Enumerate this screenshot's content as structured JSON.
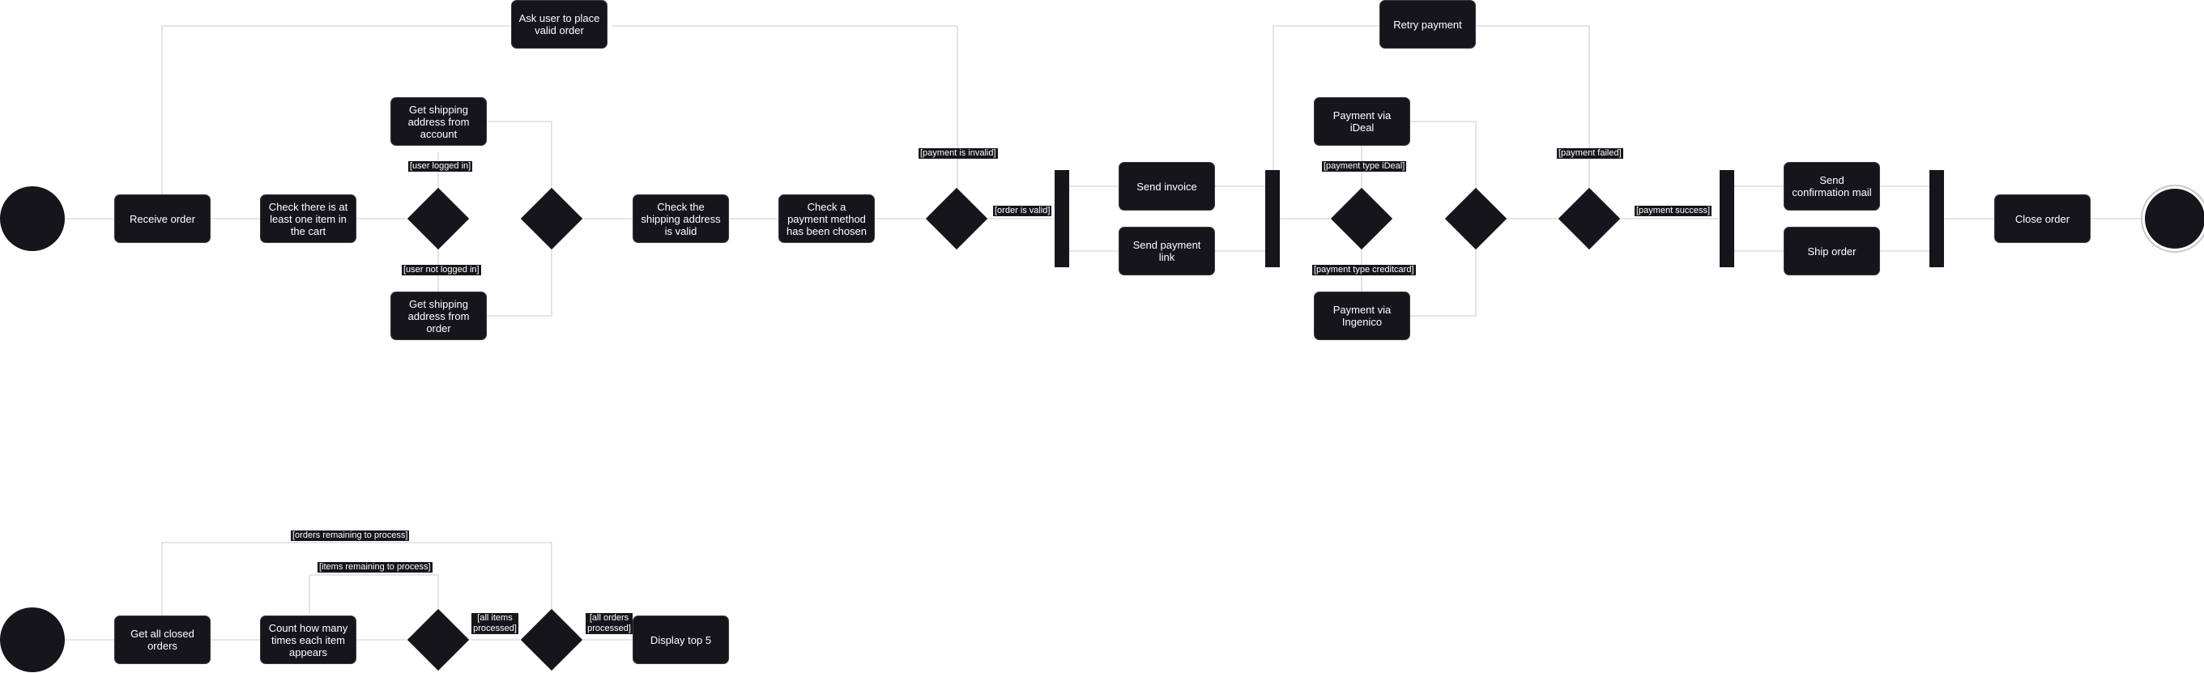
{
  "diagram1": {
    "nodes": {
      "receive_order": "Receive order",
      "check_cart": "Check there is at least one item in the cart",
      "ship_addr_account": "Get shipping address from account",
      "ship_addr_order": "Get shipping address from order",
      "check_shipping": "Check the shipping address is valid",
      "check_payment": "Check a payment method has been chosen",
      "ask_user": "Ask user to place valid order",
      "send_invoice": "Send invoice",
      "send_payment_link": "Send payment link",
      "payment_ideal": "Payment via iDeal",
      "payment_ingenico": "Payment via Ingenico",
      "retry_payment": "Retry payment",
      "send_confirmation": "Send confirmation mail",
      "ship_order": "Ship order",
      "close_order": "Close order"
    },
    "guards": {
      "user_logged_in": "[user logged in]",
      "user_not_logged_in": "[user not logged in]",
      "payment_invalid": "[payment is invalid]",
      "order_valid": "[order is valid]",
      "payment_type_ideal": "[payment type iDeal]",
      "payment_type_creditcard": "[payment type creditcard]",
      "payment_failed": "[payment failed]",
      "payment_success": "[payment success]"
    }
  },
  "diagram2": {
    "nodes": {
      "get_closed_orders": "Get all closed orders",
      "count_items": "Count how many times each item appears",
      "display_top5": "Display top 5"
    },
    "guards": {
      "orders_remaining": "[orders remaining to process]",
      "items_remaining": "[items remaining to process]",
      "all_items_processed": "[all items processed]",
      "all_orders_processed": "[all orders processed]"
    }
  },
  "colors": {
    "node_fill": "#17151c",
    "node_text": "#ffffff",
    "edge": "#d6d6d6",
    "background": "#ffffff"
  }
}
